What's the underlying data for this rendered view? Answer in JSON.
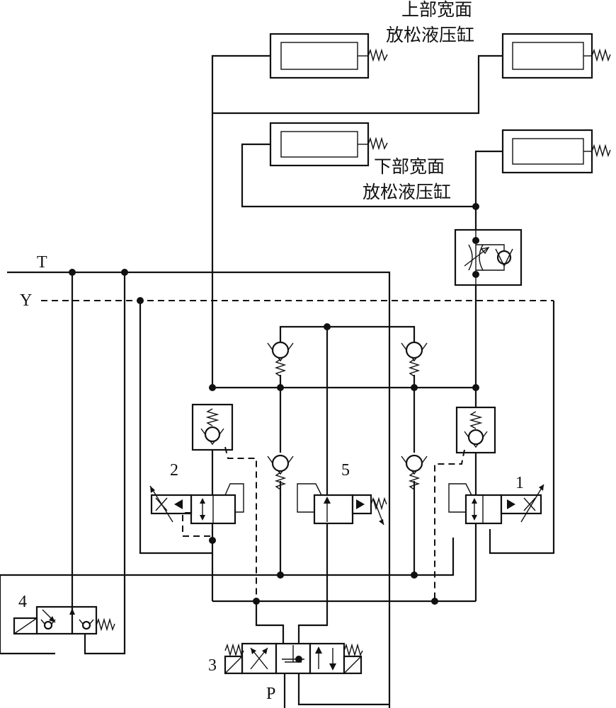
{
  "labels": {
    "upper_cylinders_line1": "上部宽面",
    "upper_cylinders_line2": "放松液压缸",
    "lower_cylinders_line1": "下部宽面",
    "lower_cylinders_line2": "放松液压缸",
    "tank_line": "T",
    "pilot_drain_line": "Y",
    "pressure_port": "P",
    "valve_1": "1",
    "valve_2": "2",
    "valve_3": "3",
    "valve_4": "4",
    "valve_5": "5"
  }
}
